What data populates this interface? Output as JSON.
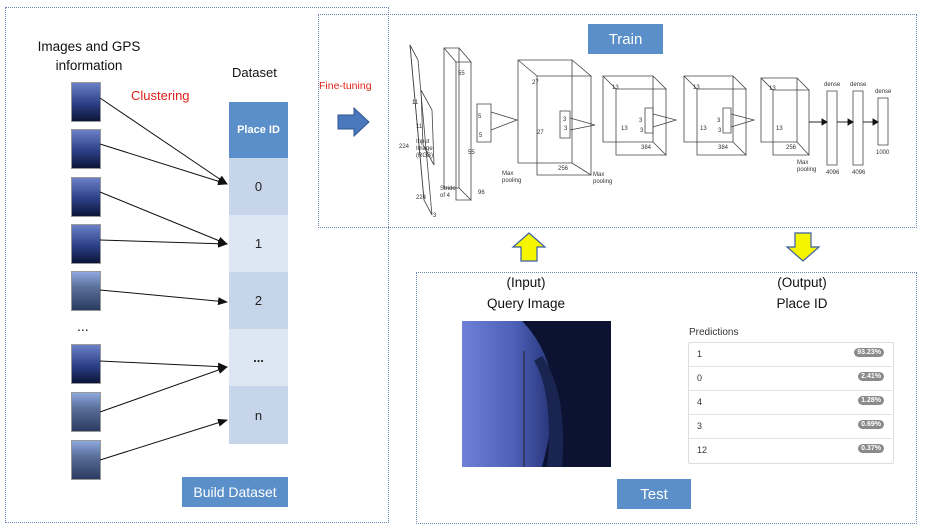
{
  "build": {
    "images_label": "Images and GPS information",
    "clustering_label": "Clustering",
    "dataset_label": "Dataset",
    "ellipsis": "...",
    "button": "Build Dataset",
    "table": {
      "header": "Place ID",
      "rows": [
        "0",
        "1",
        "2",
        "...",
        "n"
      ]
    }
  },
  "train": {
    "button": "Train",
    "fine_tuning": "Fine-tuning",
    "cnn_labels": {
      "in_224a": "224",
      "in_224b": "224",
      "in_3": "3",
      "in_11a": "11",
      "in_11b": "11",
      "input_img": "Input Image (RGB)",
      "stride": "Stride of 4",
      "c1_55a": "55",
      "c1_55b": "55",
      "c1_5a": "5",
      "c1_5b": "5",
      "c1_96": "96",
      "pool1": "Max pooling",
      "c2_27a": "27",
      "c2_27b": "27",
      "c2_3a": "3",
      "c2_3b": "3",
      "c2_256": "256",
      "pool2": "Max pooling",
      "c3_13a": "13",
      "c3_13b": "13",
      "c3_3a": "3",
      "c3_3b": "3",
      "c3_384": "384",
      "c4_13a": "13",
      "c4_13b": "13",
      "c4_3a": "3",
      "c4_3b": "3",
      "c4_384": "384",
      "c5_13a": "13",
      "c5_13b": "13",
      "c5_256": "256",
      "pool3": "Max pooling",
      "d1_label": "dense",
      "d1_size": "4096",
      "d2_label": "dense",
      "d2_size": "4096",
      "d3_label": "dense",
      "d3_size": "1000"
    }
  },
  "test": {
    "button": "Test",
    "input_label": "(Input)",
    "query_label": "Query Image",
    "output_label": "(Output)",
    "place_id_label": "Place ID",
    "predictions_title": "Predictions",
    "predictions": [
      {
        "label": "1",
        "pct": "93.23%"
      },
      {
        "label": "0",
        "pct": "2.41%"
      },
      {
        "label": "4",
        "pct": "1.28%"
      },
      {
        "label": "3",
        "pct": "0.69%"
      },
      {
        "label": "12",
        "pct": "0.37%"
      }
    ]
  },
  "colors": {
    "accent": "#5b8fc9",
    "cell_dark": "#c6d5ea",
    "cell_light": "#dde6f3",
    "arrow_yellow": "#f5f500",
    "clustering_red": "#e0201a"
  }
}
